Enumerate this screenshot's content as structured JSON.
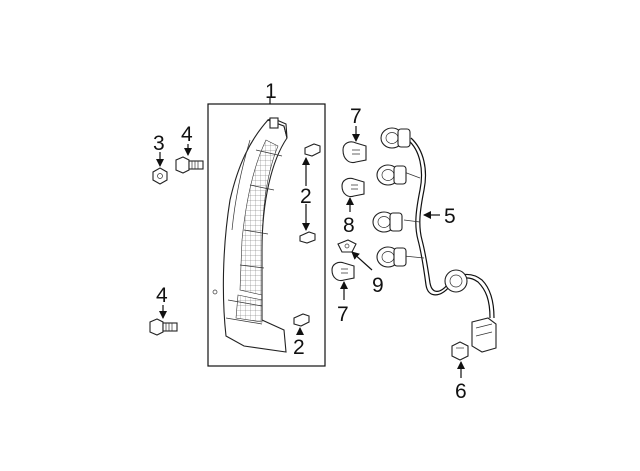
{
  "diagram": {
    "callouts": {
      "c1": "1",
      "c2a": "2",
      "c2b": "2",
      "c3": "3",
      "c4a": "4",
      "c4b": "4",
      "c5": "5",
      "c6": "6",
      "c7a": "7",
      "c7b": "7",
      "c8": "8",
      "c9": "9"
    }
  }
}
